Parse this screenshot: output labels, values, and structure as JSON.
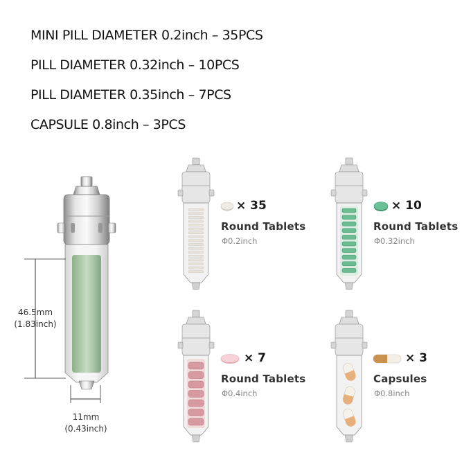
{
  "specs": [
    "MINI PILL DIAMETER 0.2inch – 35PCS",
    "PILL DIAMETER 0.32inch – 10PCS",
    "PILL DIAMETER 0.35inch – 7PCS",
    "CAPSULE 0.8inch – 3PCS"
  ],
  "dimensions": {
    "height_mm": "46.5mm",
    "height_in": "(1.83inch)",
    "width_mm": "11mm",
    "width_in": "(0.43inch)"
  },
  "items": [
    {
      "count": "× 35",
      "kind": "Round Tablets",
      "size": "Φ0.2inch",
      "icon": "mini-pill-icon",
      "color": "#e8e4de"
    },
    {
      "count": "× 10",
      "kind": "Round Tablets",
      "size": "Φ0.32inch",
      "icon": "green-pill-icon",
      "color": "#5fb48a"
    },
    {
      "count": "× 7",
      "kind": "Round Tablets",
      "size": "Φ0.4inch",
      "icon": "pink-pill-icon",
      "color": "#f3c8cd"
    },
    {
      "count": "× 3",
      "kind": "Capsules",
      "size": "Φ0.8inch",
      "icon": "capsule-icon",
      "color": "#d8a86a"
    }
  ]
}
